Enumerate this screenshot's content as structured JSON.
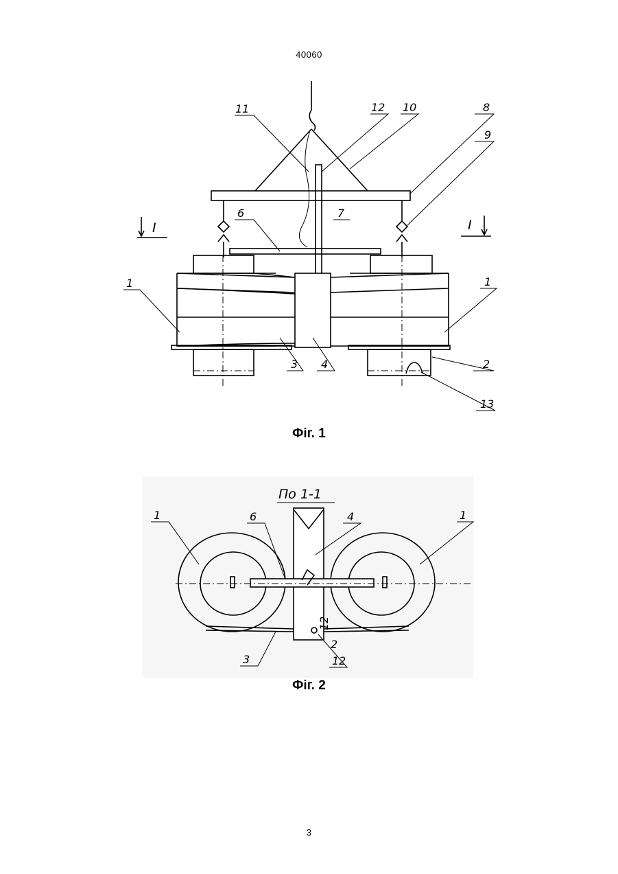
{
  "header": {
    "doc_number": "40060"
  },
  "figure1": {
    "caption": "Фіг. 1",
    "labels": {
      "l1a": "1",
      "l1b": "1",
      "l2": "2",
      "l3": "3",
      "l4": "4",
      "l6": "6",
      "l7": "7",
      "l8": "8",
      "l9": "9",
      "l10": "10",
      "l11": "11",
      "l12": "12",
      "l13": "13",
      "sec_left": "I",
      "sec_right": "I"
    }
  },
  "figure2": {
    "caption": "Фіг. 2",
    "title": "По 1-1",
    "labels": {
      "l1a": "1",
      "l1b": "1",
      "l6": "6",
      "l4": "4",
      "l3": "3",
      "l12": "12",
      "mark_a": "12",
      "mark_b": "2"
    }
  },
  "footer": {
    "page_number": "3"
  }
}
